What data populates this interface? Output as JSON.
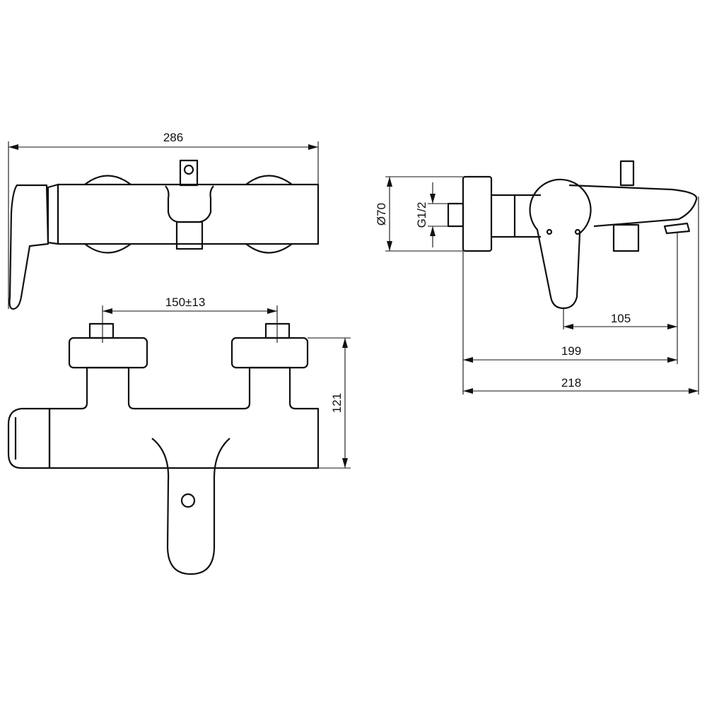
{
  "dimensions": {
    "overall_width": "286",
    "inlet_spacing": "150±13",
    "projection_front": "121",
    "rosette_diameter": "Ø70",
    "thread": "G1/2",
    "lever_to_spout": "105",
    "wall_to_spout": "199",
    "overall_depth": "218"
  },
  "colors": {
    "line": "#111111",
    "background": "#ffffff"
  }
}
